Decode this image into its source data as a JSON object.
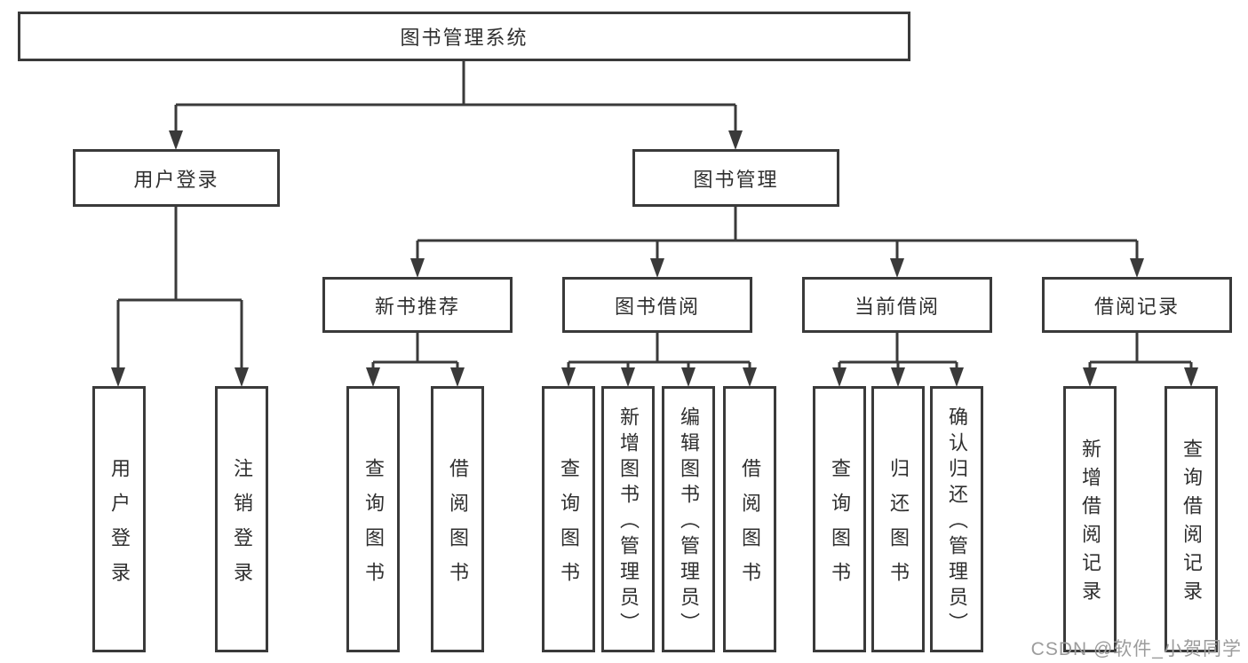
{
  "diagram": {
    "root": "图书管理系统",
    "level2": {
      "user_login": "用户登录",
      "book_mgmt": "图书管理"
    },
    "level3": {
      "new_books": "新书推荐",
      "book_borrow": "图书借阅",
      "current_borrow": "当前借阅",
      "borrow_records": "借阅记录"
    },
    "leaves": {
      "user_login": "用户登录",
      "logout": "注销登录",
      "nb_query": "查询图书",
      "nb_borrow": "借阅图书",
      "bb_query": "查询图书",
      "bb_add": "新增图书（管理员）",
      "bb_edit": "编辑图书（管理员）",
      "bb_borrow": "借阅图书",
      "cb_query": "查询图书",
      "cb_return": "归还图书",
      "cb_confirm": "确认归还（管理员）",
      "br_add": "新增借阅记录",
      "br_query": "查询借阅记录"
    },
    "line_color": "#3a3a3a"
  },
  "watermark": "CSDN @软件_小贺同学"
}
